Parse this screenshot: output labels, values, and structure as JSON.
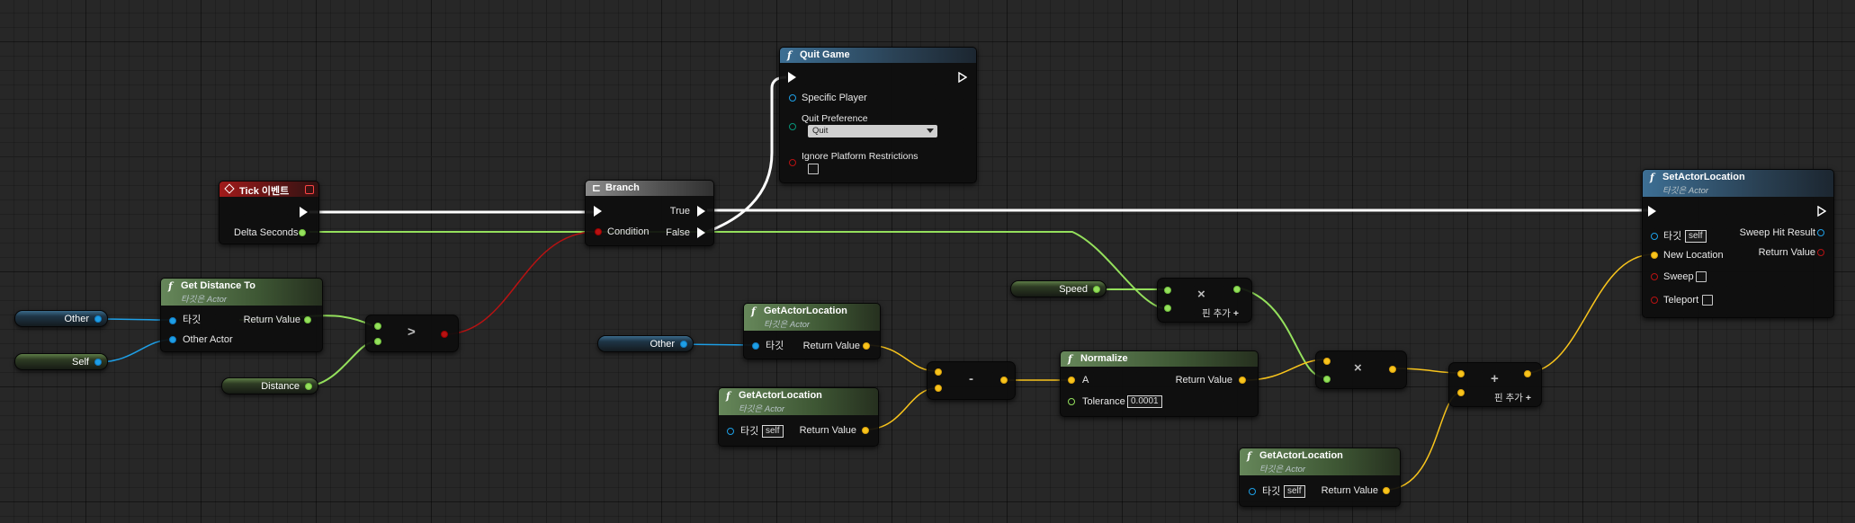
{
  "canvas": {
    "colors": {
      "exec_wire": "#ffffff",
      "float_wire": "#94e05c",
      "vector_wire": "#f8c41c",
      "object_wire": "#1e9fe6",
      "bool_wire": "#b81212"
    }
  },
  "nodes": {
    "tick_event": {
      "title": "Tick 이벤트",
      "delta_seconds": "Delta Seconds",
      "icon": "event-diamond-icon"
    },
    "branch": {
      "title": "Branch",
      "true_label": "True",
      "condition_label": "Condition",
      "false_label": "False",
      "icon": "branch-icon"
    },
    "quit_game": {
      "title": "Quit Game",
      "specific_player": "Specific Player",
      "quit_preference": "Quit Preference",
      "quit_preference_value": "Quit",
      "ignore_platform": "Ignore Platform Restrictions",
      "icon": "function-icon"
    },
    "set_actor_location": {
      "title": "SetActorLocation",
      "subtitle": "타깃은 Actor",
      "target_label": "타깃",
      "target_value": "self",
      "new_location": "New Location",
      "sweep": "Sweep",
      "teleport": "Teleport",
      "sweep_hit_result": "Sweep Hit Result",
      "return_value": "Return Value"
    },
    "get_distance_to": {
      "title": "Get Distance To",
      "subtitle": "타깃은 Actor",
      "target_label": "타깃",
      "other_actor": "Other Actor",
      "return_value": "Return Value"
    },
    "greater_than": {
      "symbol": ">"
    },
    "get_actor_location_1": {
      "title": "GetActorLocation",
      "subtitle": "타깃은 Actor",
      "target_label": "타깃",
      "return_value": "Return Value"
    },
    "get_actor_location_2": {
      "title": "GetActorLocation",
      "subtitle": "타깃은 Actor",
      "target_label": "타깃",
      "target_value": "self",
      "return_value": "Return Value"
    },
    "get_actor_location_3": {
      "title": "GetActorLocation",
      "subtitle": "타깃은 Actor",
      "target_label": "타깃",
      "target_value": "self",
      "return_value": "Return Value"
    },
    "subtract": {
      "symbol": "-"
    },
    "normalize": {
      "title": "Normalize",
      "a_label": "A",
      "tolerance_label": "Tolerance",
      "tolerance_value": "0.0001",
      "return_value": "Return Value"
    },
    "multiply_1": {
      "symbol": "×",
      "add_pin": "핀 추가"
    },
    "multiply_2": {
      "symbol": "×"
    },
    "add": {
      "symbol": "+",
      "add_pin": "핀 추가"
    }
  },
  "variables": {
    "other_1": "Other",
    "self": "Self",
    "distance": "Distance",
    "speed": "Speed",
    "other_2": "Other"
  }
}
